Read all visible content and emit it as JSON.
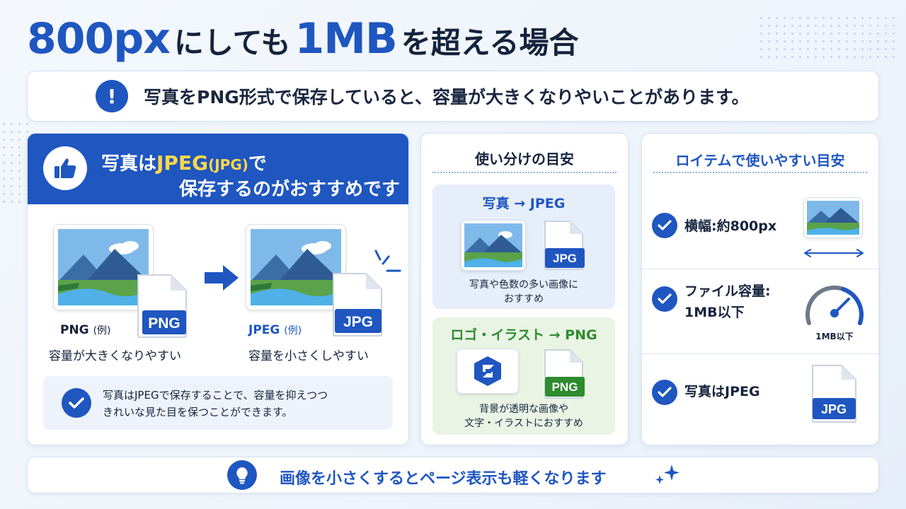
{
  "title": {
    "part1": "800px",
    "part2": "にしても",
    "part3": "1MB",
    "part4": "を超える場合"
  },
  "notice": {
    "icon": "exclamation-icon",
    "mark": "!",
    "text": "写真をPNG形式で保存していると、容量が大きくなりやいことがあります。"
  },
  "left": {
    "heading_prefix": "写真は",
    "heading_highlight": "JPEG",
    "heading_paren": "(JPG)",
    "heading_suffix": "で",
    "heading_line2": "保存するのがおすすめです",
    "before": {
      "badge": "PNG",
      "label": "PNG",
      "example": "(例)",
      "desc": "容量が大きくなりやすい"
    },
    "after": {
      "badge": "JPG",
      "label": "JPEG",
      "example": "(例)",
      "desc": "容量を小さくしやすい"
    },
    "note_line1": "写真はJPEGで保存することで、容量を抑えつつ",
    "note_line2": "きれいな見た目を保つことができます。"
  },
  "middle": {
    "title": "使い分けの目安",
    "photo": {
      "title": "写真 → JPEG",
      "badge": "JPG",
      "desc_line1": "写真や色数の多い画像に",
      "desc_line2": "おすすめ"
    },
    "logo": {
      "title": "ロゴ・イラスト → PNG",
      "badge": "PNG",
      "desc_line1": "背景が透明な画像や",
      "desc_line2": "文字・イラストにおすすめ"
    }
  },
  "right": {
    "title": "ロイテムで使いやすい目安",
    "rows": [
      {
        "text": "横幅:約800px"
      },
      {
        "text_line1": "ファイル容量:",
        "text_line2": "1MB以下",
        "gauge_label": "1MB以下"
      },
      {
        "text": "写真はJPEG",
        "badge": "JPG"
      }
    ]
  },
  "footer": {
    "icon": "lightbulb-icon",
    "text": "画像を小さくするとページ表示も軽くなります"
  },
  "colors": {
    "primary": "#1f56c0",
    "highlight": "#ffd84a",
    "green": "#2e8b2e",
    "dark_text": "#16233d"
  }
}
